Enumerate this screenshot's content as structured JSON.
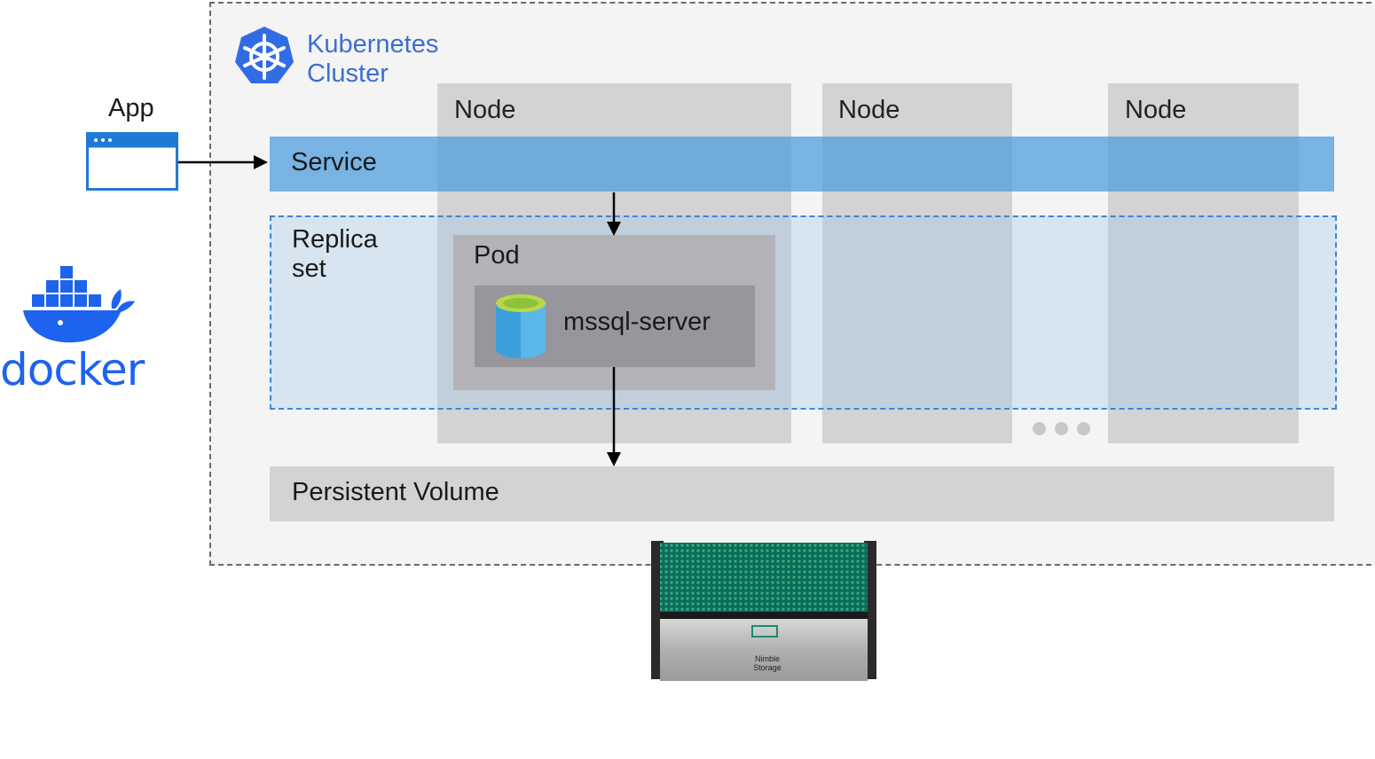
{
  "cluster": {
    "title_line1": "Kubernetes",
    "title_line2": "Cluster"
  },
  "app": {
    "label": "App"
  },
  "nodes": [
    {
      "label": "Node"
    },
    {
      "label": "Node"
    },
    {
      "label": "Node"
    }
  ],
  "service": {
    "label": "Service"
  },
  "replica_set": {
    "label_line1": "Replica",
    "label_line2": "set"
  },
  "pod": {
    "label": "Pod"
  },
  "container": {
    "label": "mssql-server"
  },
  "persistent_volume": {
    "label": "Persistent Volume"
  },
  "docker": {
    "label": "docker"
  },
  "storage": {
    "label": "Nimble Storage"
  },
  "colors": {
    "kubernetes_blue": "#326ce5",
    "docker_blue": "#1d63ed",
    "service_blue": "#55a0de",
    "storage_green": "#1e8a6e"
  },
  "icons": [
    "kubernetes-helm-icon",
    "app-window-icon",
    "docker-whale-icon",
    "database-cylinder-icon",
    "storage-array-icon",
    "ellipsis-icon"
  ]
}
